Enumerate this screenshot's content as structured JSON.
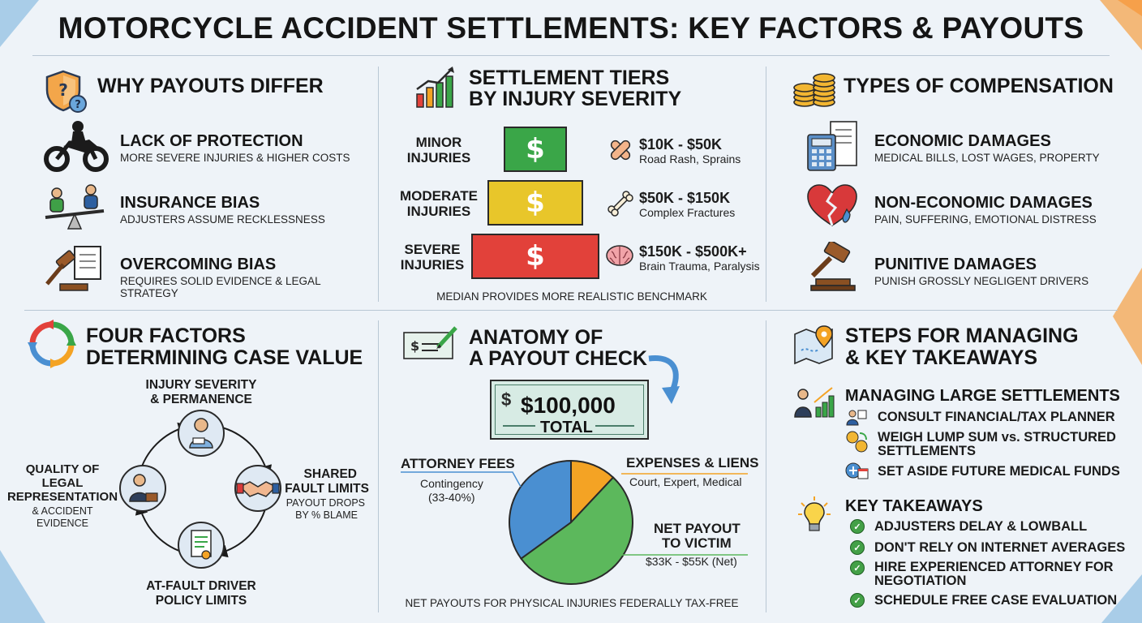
{
  "title": "MOTORCYCLE ACCIDENT SETTLEMENTS: KEY FACTORS & PAYOUTS",
  "why": {
    "heading": "WHY PAYOUTS DIFFER",
    "items": [
      {
        "title": "LACK OF PROTECTION",
        "sub": "MORE SEVERE INJURIES & HIGHER COSTS"
      },
      {
        "title": "INSURANCE BIAS",
        "sub": "ADJUSTERS ASSUME RECKLESSNESS"
      },
      {
        "title": "OVERCOMING BIAS",
        "sub": "REQUIRES SOLID EVIDENCE & LEGAL STRATEGY"
      }
    ]
  },
  "tiers": {
    "heading_line1": "SETTLEMENT TIERS",
    "heading_line2": "BY INJURY SEVERITY",
    "dollar": "$",
    "rows": [
      {
        "label_line1": "MINOR",
        "label_line2": "INJURIES",
        "range": "$10K - $50K",
        "desc": "Road Rash, Sprains",
        "color": "#3aa648"
      },
      {
        "label_line1": "MODERATE",
        "label_line2": "INJURIES",
        "range": "$50K - $150K",
        "desc": "Complex Fractures",
        "color": "#e8c62a"
      },
      {
        "label_line1": "SEVERE",
        "label_line2": "INJURIES",
        "range": "$150K - $500K+",
        "desc": "Brain Trauma, Paralysis",
        "color": "#e2413a"
      }
    ],
    "footnote": "MEDIAN PROVIDES MORE REALISTIC BENCHMARK"
  },
  "compensation": {
    "heading": "TYPES OF COMPENSATION",
    "items": [
      {
        "title": "ECONOMIC DAMAGES",
        "sub": "MEDICAL BILLS, LOST WAGES, PROPERTY"
      },
      {
        "title": "NON-ECONOMIC DAMAGES",
        "sub": "PAIN, SUFFERING, EMOTIONAL DISTRESS"
      },
      {
        "title": "PUNITIVE DAMAGES",
        "sub": "PUNISH GROSSLY NEGLIGENT DRIVERS"
      }
    ]
  },
  "factors": {
    "heading_line1": "FOUR FACTORS",
    "heading_line2": "DETERMINING CASE VALUE",
    "top_line1": "INJURY SEVERITY",
    "top_line2": "& PERMANENCE",
    "right_line1": "SHARED",
    "right_line2": "FAULT LIMITS",
    "right_sub1": "PAYOUT DROPS",
    "right_sub2": "BY % BLAME",
    "bottom_line1": "AT-FAULT DRIVER",
    "bottom_line2": "POLICY LIMITS",
    "left_line1": "QUALITY OF",
    "left_line2": "LEGAL",
    "left_line3": "REPRESENTATION",
    "left_sub1": "& ACCIDENT",
    "left_sub2": "EVIDENCE"
  },
  "check": {
    "heading_line1": "ANATOMY OF",
    "heading_line2": "A PAYOUT CHECK",
    "currency": "$",
    "amount": "$100,000",
    "total": "TOTAL",
    "attorney_title": "ATTORNEY FEES",
    "attorney_sub1": "Contingency",
    "attorney_sub2": "(33-40%)",
    "expenses_title": "EXPENSES & LIENS",
    "expenses_sub": "Court, Expert, Medical",
    "net_line1": "NET PAYOUT",
    "net_line2": "TO VICTIM",
    "net_sub": "$33K - $55K (Net)",
    "footnote": "NET PAYOUTS FOR PHYSICAL INJURIES FEDERALLY TAX-FREE",
    "slices": [
      {
        "name": "Attorney Fees",
        "share": 0.35,
        "color": "#4a8fd1"
      },
      {
        "name": "Expenses & Liens",
        "share": 0.12,
        "color": "#f4a324"
      },
      {
        "name": "Net Payout",
        "share": 0.53,
        "color": "#5cb85c"
      }
    ]
  },
  "steps": {
    "heading_line1": "STEPS FOR MANAGING",
    "heading_line2": "& KEY TAKEAWAYS",
    "managing_title": "MANAGING LARGE SETTLEMENTS",
    "managing_items": [
      "CONSULT FINANCIAL/TAX PLANNER",
      "WEIGH LUMP SUM vs. STRUCTURED",
      "SETTLEMENTS",
      "SET ASIDE FUTURE MEDICAL FUNDS"
    ],
    "takeaways_title": "KEY TAKEAWAYS",
    "takeaways": [
      "ADJUSTERS DELAY & LOWBALL",
      "DON'T RELY ON INTERNET AVERAGES",
      "HIRE EXPERIENCED ATTORNEY FOR",
      "NEGOTIATION",
      "SCHEDULE FREE CASE EVALUATION"
    ],
    "check_glyph": "✓"
  }
}
